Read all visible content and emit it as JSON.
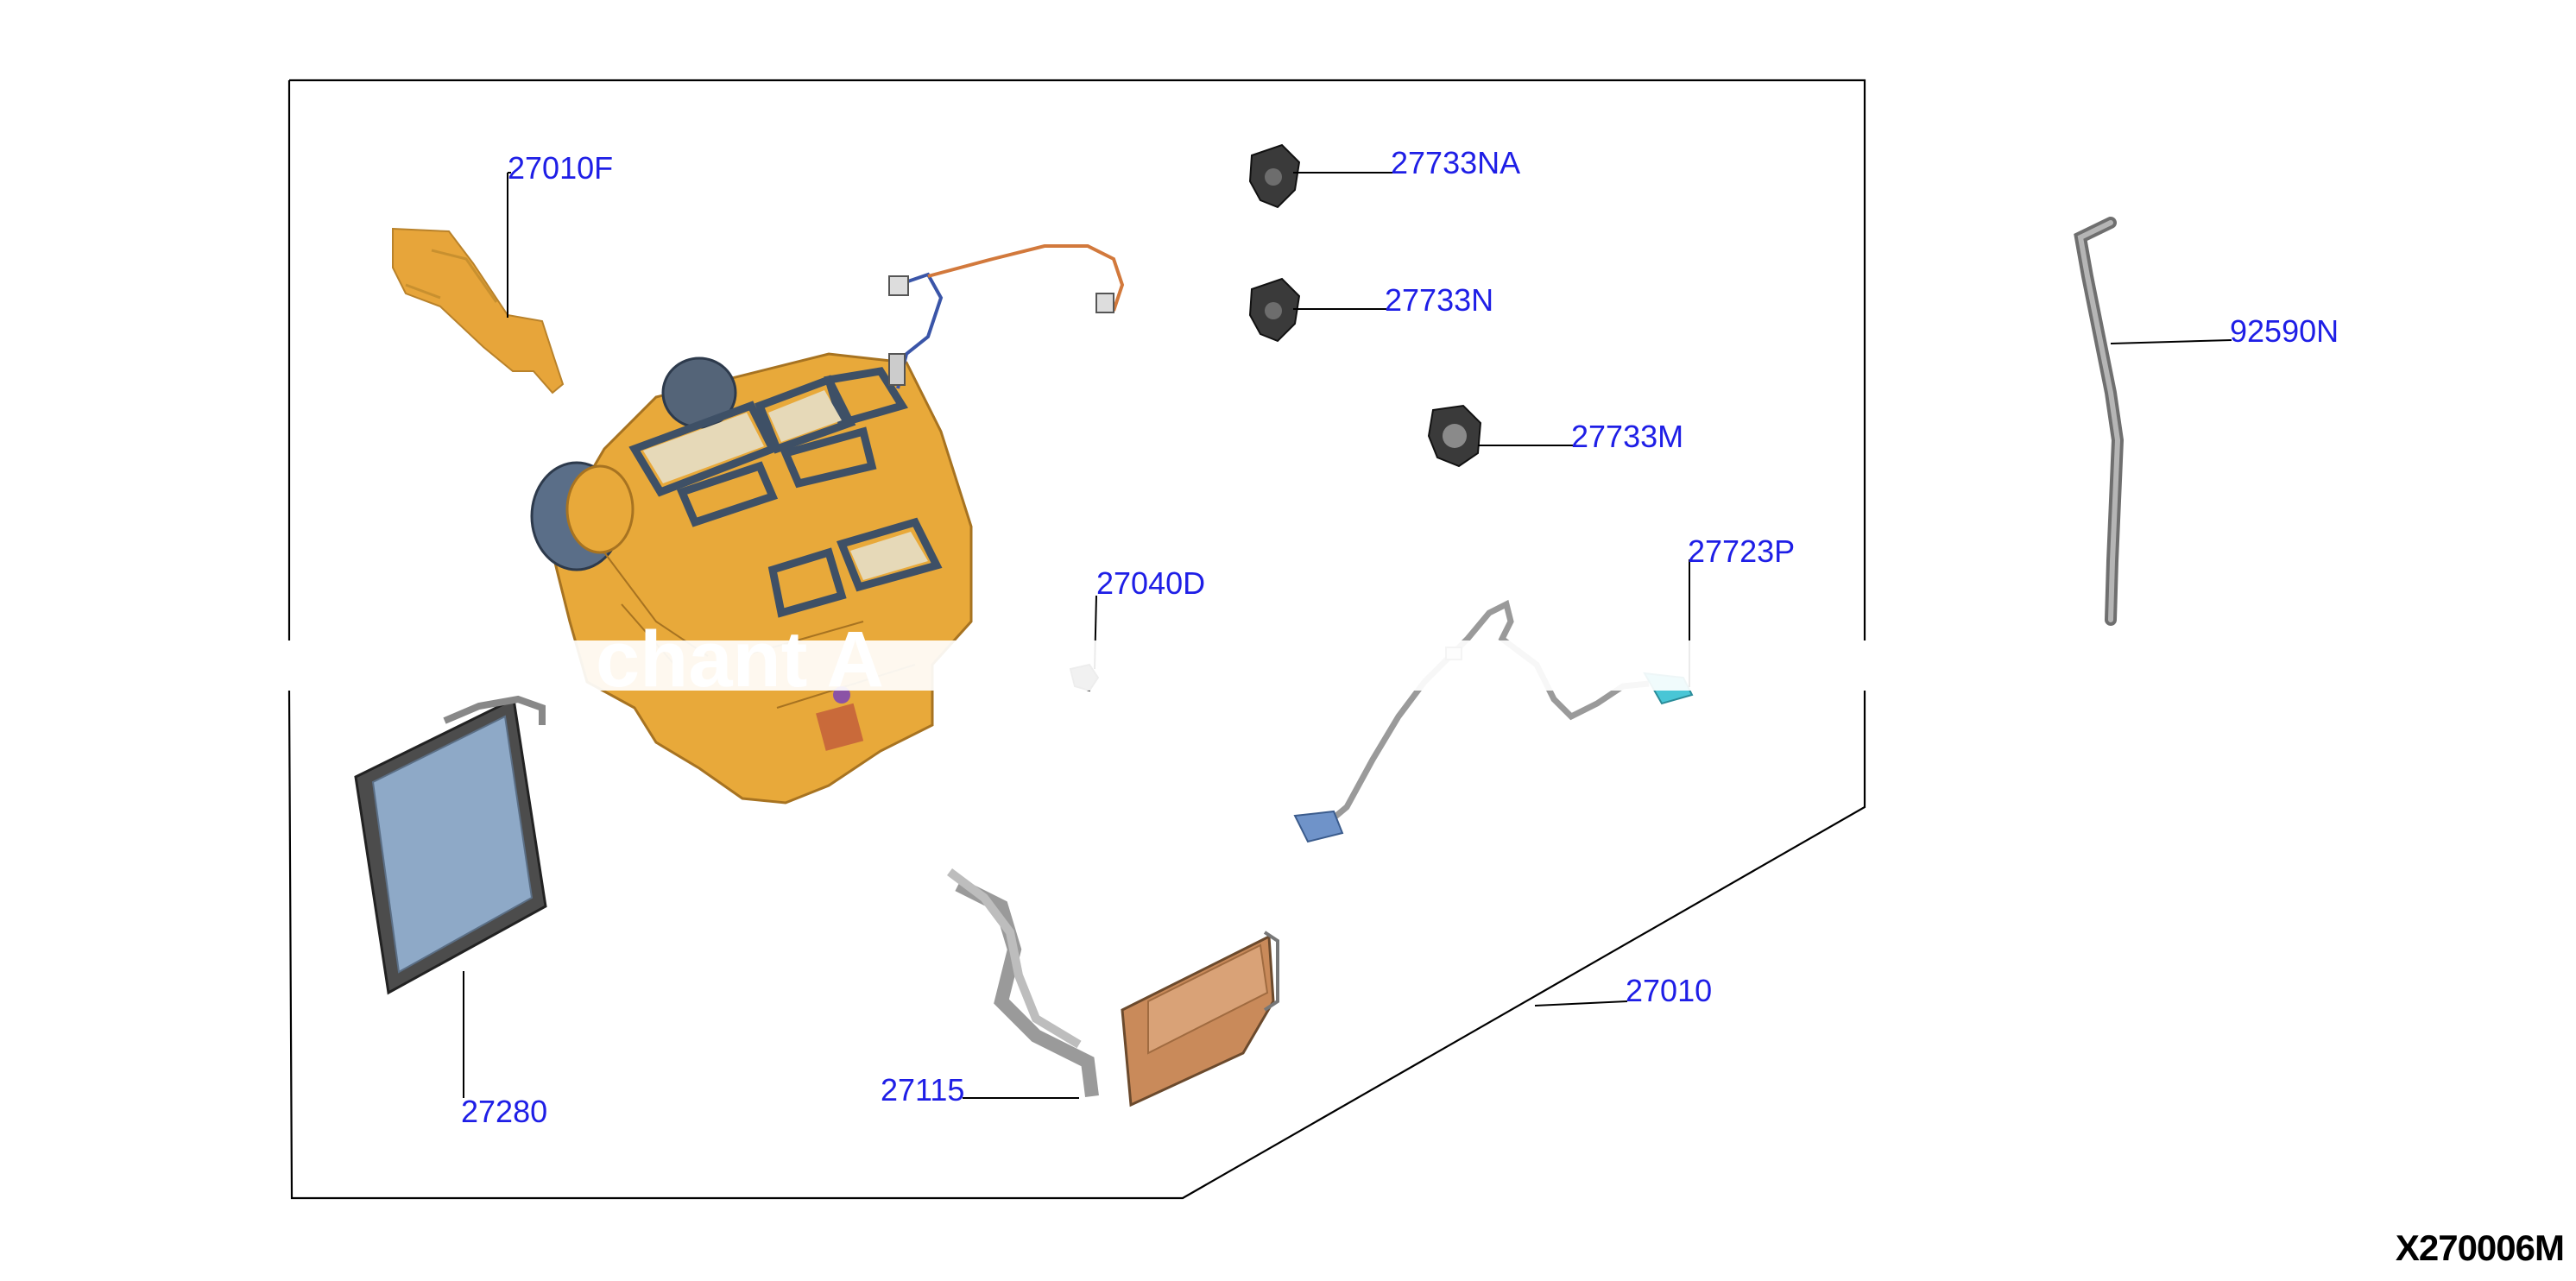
{
  "callouts": {
    "p27010F": "27010F",
    "p27733NA": "27733NA",
    "p27733N": "27733N",
    "p92590N": "92590N",
    "p27733M": "27733M",
    "p27723P": "27723P",
    "p27040D": "27040D",
    "p27010": "27010",
    "p27115": "27115",
    "p27280": "27280"
  },
  "watermark": "chant A",
  "diagram_id": "X270006M",
  "colors": {
    "callout_text": "#1e1ee6",
    "heater_unit": "#e8a93a",
    "bracket": "#e7a53a",
    "evaporator_core": "#8ea9c7",
    "heater_core": "#c98a5a",
    "sensor": "#49c6d6",
    "motor_actuator": "#333333"
  }
}
